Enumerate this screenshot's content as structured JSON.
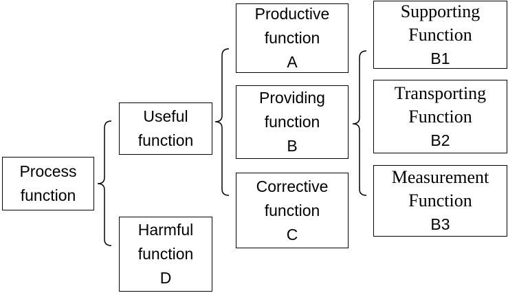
{
  "nodes": {
    "process": {
      "lines": [
        "Process",
        "function"
      ]
    },
    "useful": {
      "lines": [
        "Useful",
        "function"
      ]
    },
    "harmful": {
      "lines": [
        "Harmful",
        "function",
        "D"
      ]
    },
    "productive": {
      "lines": [
        "Productive",
        "function",
        "A"
      ]
    },
    "providing": {
      "lines": [
        "Providing",
        "function",
        "B"
      ]
    },
    "corrective": {
      "lines": [
        "Corrective",
        "function",
        "C"
      ]
    },
    "supporting": {
      "lines": [
        "Supporting",
        "Function",
        "B1"
      ]
    },
    "transporting": {
      "lines": [
        "Transporting",
        "Function",
        "B2"
      ]
    },
    "measurement": {
      "lines": [
        "Measurement",
        "Function",
        "B3"
      ]
    }
  },
  "colors": {
    "line": "#000000",
    "box_fill": "#ffffff",
    "text": "#000000"
  }
}
